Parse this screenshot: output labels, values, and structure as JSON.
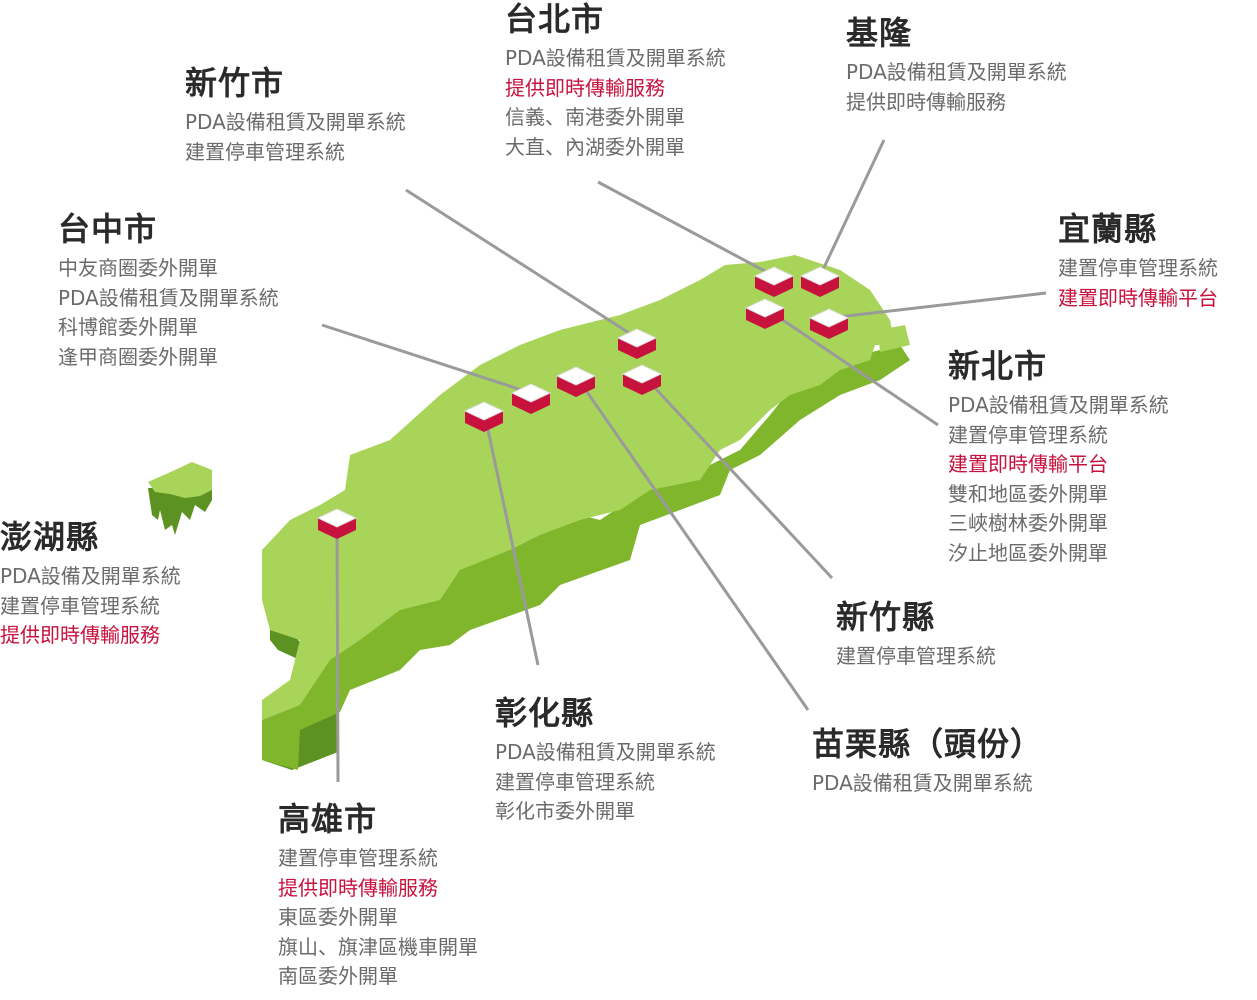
{
  "colors": {
    "land_top": "#a9d45a",
    "land_side_light": "#7fb62c",
    "land_side_dark": "#5c9222",
    "marker_top": "#ffffff",
    "marker_side": "#c8123e",
    "leader_line": "#9a9a9a",
    "title": "#2a2a2a",
    "text": "#6b6b6b",
    "highlight": "#c8123e"
  },
  "regions": [
    {
      "id": "taipei",
      "name": "台北市",
      "lines": [
        {
          "text": "PDA設備租賃及開單系統",
          "highlight": false
        },
        {
          "text": "提供即時傳輸服務",
          "highlight": true
        },
        {
          "text": "信義、南港委外開單",
          "highlight": false
        },
        {
          "text": "大直、內湖委外開單",
          "highlight": false
        }
      ]
    },
    {
      "id": "keelung",
      "name": "基隆",
      "lines": [
        {
          "text": "PDA設備租賃及開單系統",
          "highlight": false
        },
        {
          "text": "提供即時傳輸服務",
          "highlight": false
        }
      ]
    },
    {
      "id": "hsinchu-city",
      "name": "新竹市",
      "lines": [
        {
          "text": "PDA設備租賃及開單系統",
          "highlight": false
        },
        {
          "text": "建置停車管理系統",
          "highlight": false
        }
      ]
    },
    {
      "id": "yilan",
      "name": "宜蘭縣",
      "lines": [
        {
          "text": "建置停車管理系統",
          "highlight": false
        },
        {
          "text": "建置即時傳輸平台",
          "highlight": true
        }
      ]
    },
    {
      "id": "taichung",
      "name": "台中市",
      "lines": [
        {
          "text": "中友商圈委外開單",
          "highlight": false
        },
        {
          "text": "PDA設備租賃及開單系統",
          "highlight": false
        },
        {
          "text": "科博館委外開單",
          "highlight": false
        },
        {
          "text": "逢甲商圈委外開單",
          "highlight": false
        }
      ]
    },
    {
      "id": "new-taipei",
      "name": "新北市",
      "lines": [
        {
          "text": "PDA設備租賃及開單系統",
          "highlight": false
        },
        {
          "text": "建置停車管理系統",
          "highlight": false
        },
        {
          "text": "建置即時傳輸平台",
          "highlight": true
        },
        {
          "text": "雙和地區委外開單",
          "highlight": false
        },
        {
          "text": "三峽樹林委外開單",
          "highlight": false
        },
        {
          "text": "汐止地區委外開單",
          "highlight": false
        }
      ]
    },
    {
      "id": "penghu",
      "name": "澎湖縣",
      "lines": [
        {
          "text": "PDA設備及開單系統",
          "highlight": false
        },
        {
          "text": "建置停車管理系統",
          "highlight": false
        },
        {
          "text": "提供即時傳輸服務",
          "highlight": true
        }
      ]
    },
    {
      "id": "hsinchu-county",
      "name": "新竹縣",
      "lines": [
        {
          "text": "建置停車管理系統",
          "highlight": false
        }
      ]
    },
    {
      "id": "changhua",
      "name": "彰化縣",
      "lines": [
        {
          "text": "PDA設備租賃及開單系統",
          "highlight": false
        },
        {
          "text": "建置停車管理系統",
          "highlight": false
        },
        {
          "text": "彰化市委外開單",
          "highlight": false
        }
      ]
    },
    {
      "id": "miaoli",
      "name": "苗栗縣（頭份）",
      "lines": [
        {
          "text": "PDA設備租賃及開單系統",
          "highlight": false
        }
      ]
    },
    {
      "id": "kaohsiung",
      "name": "高雄市",
      "lines": [
        {
          "text": "建置停車管理系統",
          "highlight": false
        },
        {
          "text": "提供即時傳輸服務",
          "highlight": true
        },
        {
          "text": "東區委外開單",
          "highlight": false
        },
        {
          "text": "旗山、旗津區機車開單",
          "highlight": false
        },
        {
          "text": "南區委外開單",
          "highlight": false
        }
      ]
    }
  ]
}
